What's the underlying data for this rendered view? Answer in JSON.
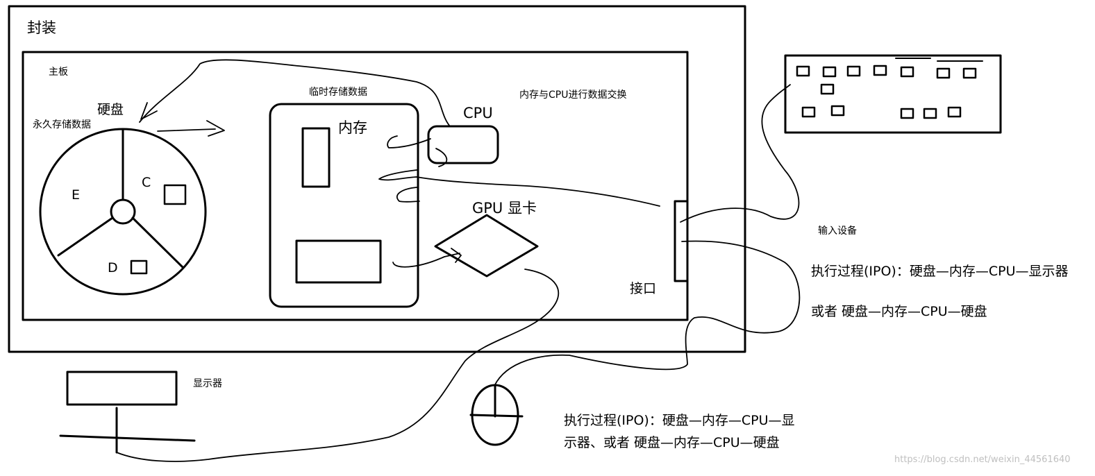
{
  "labels": {
    "enclosure": "封装",
    "motherboard": "主板",
    "hard_disk": "硬盘",
    "permanent_storage": "永久存储数据",
    "temp_storage": "临时存储数据",
    "memory": "内存",
    "cpu": "CPU",
    "memory_cpu_exchange": "内存与CPU进行数据交换",
    "gpu": "GPU 显卡",
    "interface": "接口",
    "partition_e": "E",
    "partition_c": "C",
    "partition_d": "D",
    "input_device": "输入设备",
    "monitor": "显示器"
  },
  "notes": {
    "process_right": "执行过程(IPO)：硬盘—内存—CPU—显示器",
    "process_right_alt": "或者 硬盘—内存—CPU—硬盘",
    "process_bottom_line1": "执行过程(IPO)：硬盘—内存—CPU—显",
    "process_bottom_line2": "示器、或者 硬盘—内存—CPU—硬盘"
  },
  "watermark": "https://blog.csdn.net/weixin_44561640"
}
